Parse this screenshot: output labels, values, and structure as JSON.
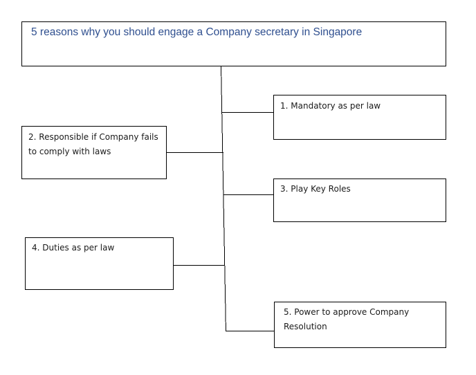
{
  "diagram": {
    "title": "5 reasons why you should engage a Company  secretary in Singapore",
    "title_color": "#2f4f8f",
    "line_color": "#000000",
    "reasons": [
      {
        "label": "1. Mandatory as per law"
      },
      {
        "label": "2. Responsible if Company fails\nto comply with laws"
      },
      {
        "label": "3. Play Key Roles"
      },
      {
        "label": "4. Duties as per law"
      },
      {
        "label": "5. Power to approve Company\nResolution"
      }
    ]
  }
}
